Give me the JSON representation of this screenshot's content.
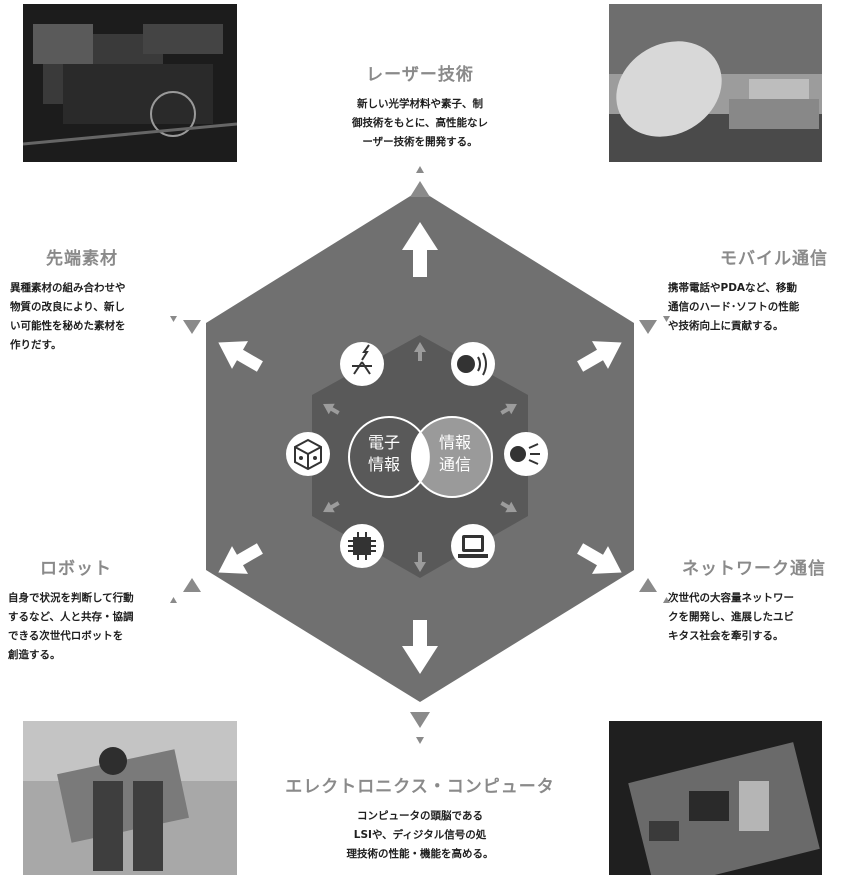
{
  "center": {
    "left_label": "電子\n情報",
    "right_label": "情報\n通信"
  },
  "fields": {
    "laser": {
      "title": "レーザー技術",
      "description": "新しい光学材料や素子、制\n御技術をもとに、高性能なレ\nーザー技術を開発する。"
    },
    "mobile": {
      "title": "モバイル通信",
      "description": "携帯電話やPDAなど、移動\n通信のハード･ソフトの性能\nや技術向上に貢献する。"
    },
    "material": {
      "title": "先端素材",
      "description": "異種素材の組み合わせや\n物質の改良により、新し\nい可能性を秘めた素材を\n作りだす。"
    },
    "robot": {
      "title": "ロボット",
      "description": "自身で状況を判断して行動\nするなど、人と共存・協調\nできる次世代ロボットを\n創造する。"
    },
    "network": {
      "title": "ネットワーク通信",
      "description": "次世代の大容量ネットワー\nクを開発し、進展したユビ\nキタス社会を牽引する。"
    },
    "electronics": {
      "title": "エレクトロニクス・コンピュータ",
      "description": "コンピュータの頭脳である\nLSIや、ディジタル信号の処\n理技術の性能・機能を高める。"
    }
  },
  "icons": [
    "antenna-icon",
    "speaker-icon",
    "eye-signal-icon",
    "computer-icon",
    "chip-icon",
    "cube-icon"
  ],
  "colors": {
    "hexagon_outer": "#707070",
    "hexagon_inner": "#595959",
    "arrow": "#ffffff",
    "title_text": "#8a8a8a",
    "body_text": "#1f1f1f"
  }
}
